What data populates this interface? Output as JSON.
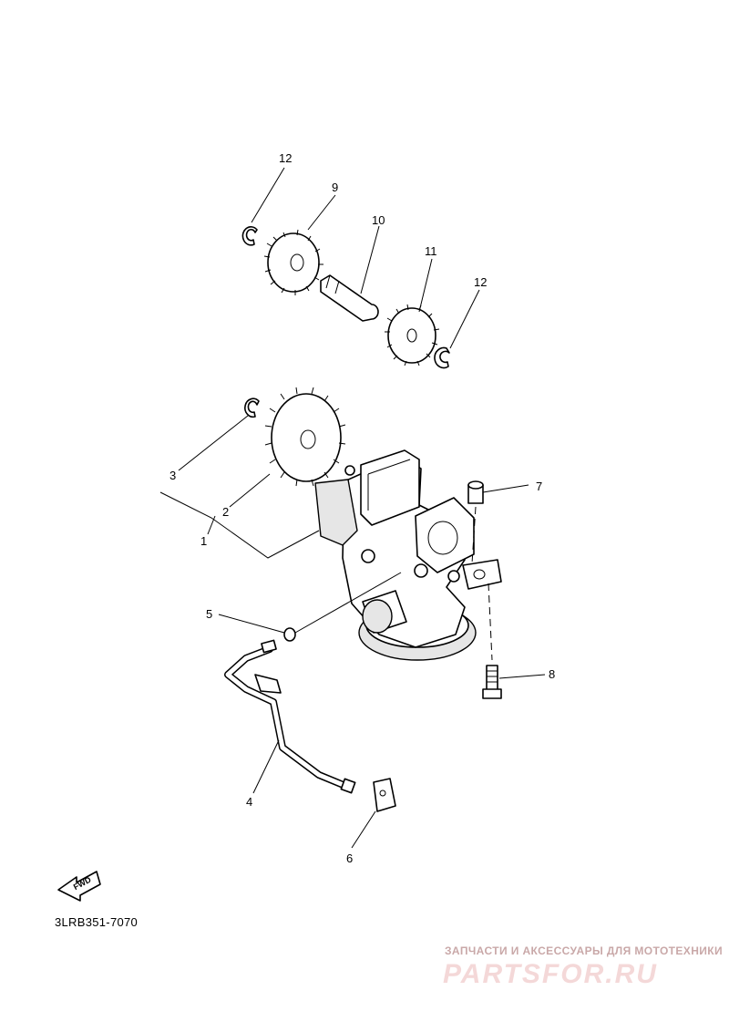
{
  "diagram": {
    "callouts": [
      {
        "id": "1",
        "label": "1"
      },
      {
        "id": "2",
        "label": "2"
      },
      {
        "id": "3",
        "label": "3"
      },
      {
        "id": "4",
        "label": "4"
      },
      {
        "id": "5",
        "label": "5"
      },
      {
        "id": "6",
        "label": "6"
      },
      {
        "id": "7",
        "label": "7"
      },
      {
        "id": "8",
        "label": "8"
      },
      {
        "id": "9",
        "label": "9"
      },
      {
        "id": "10",
        "label": "10"
      },
      {
        "id": "11",
        "label": "11"
      },
      {
        "id": "12a",
        "label": "12"
      },
      {
        "id": "12b",
        "label": "12"
      }
    ],
    "fwd_label": "FWD",
    "reference_code": "3LRB351-7070"
  },
  "watermark": {
    "subtitle": "ЗАПЧАСТИ И АКСЕССУАРЫ ДЛЯ МОТОТЕХНИКИ",
    "brand": "PARTSFOR.RU"
  }
}
